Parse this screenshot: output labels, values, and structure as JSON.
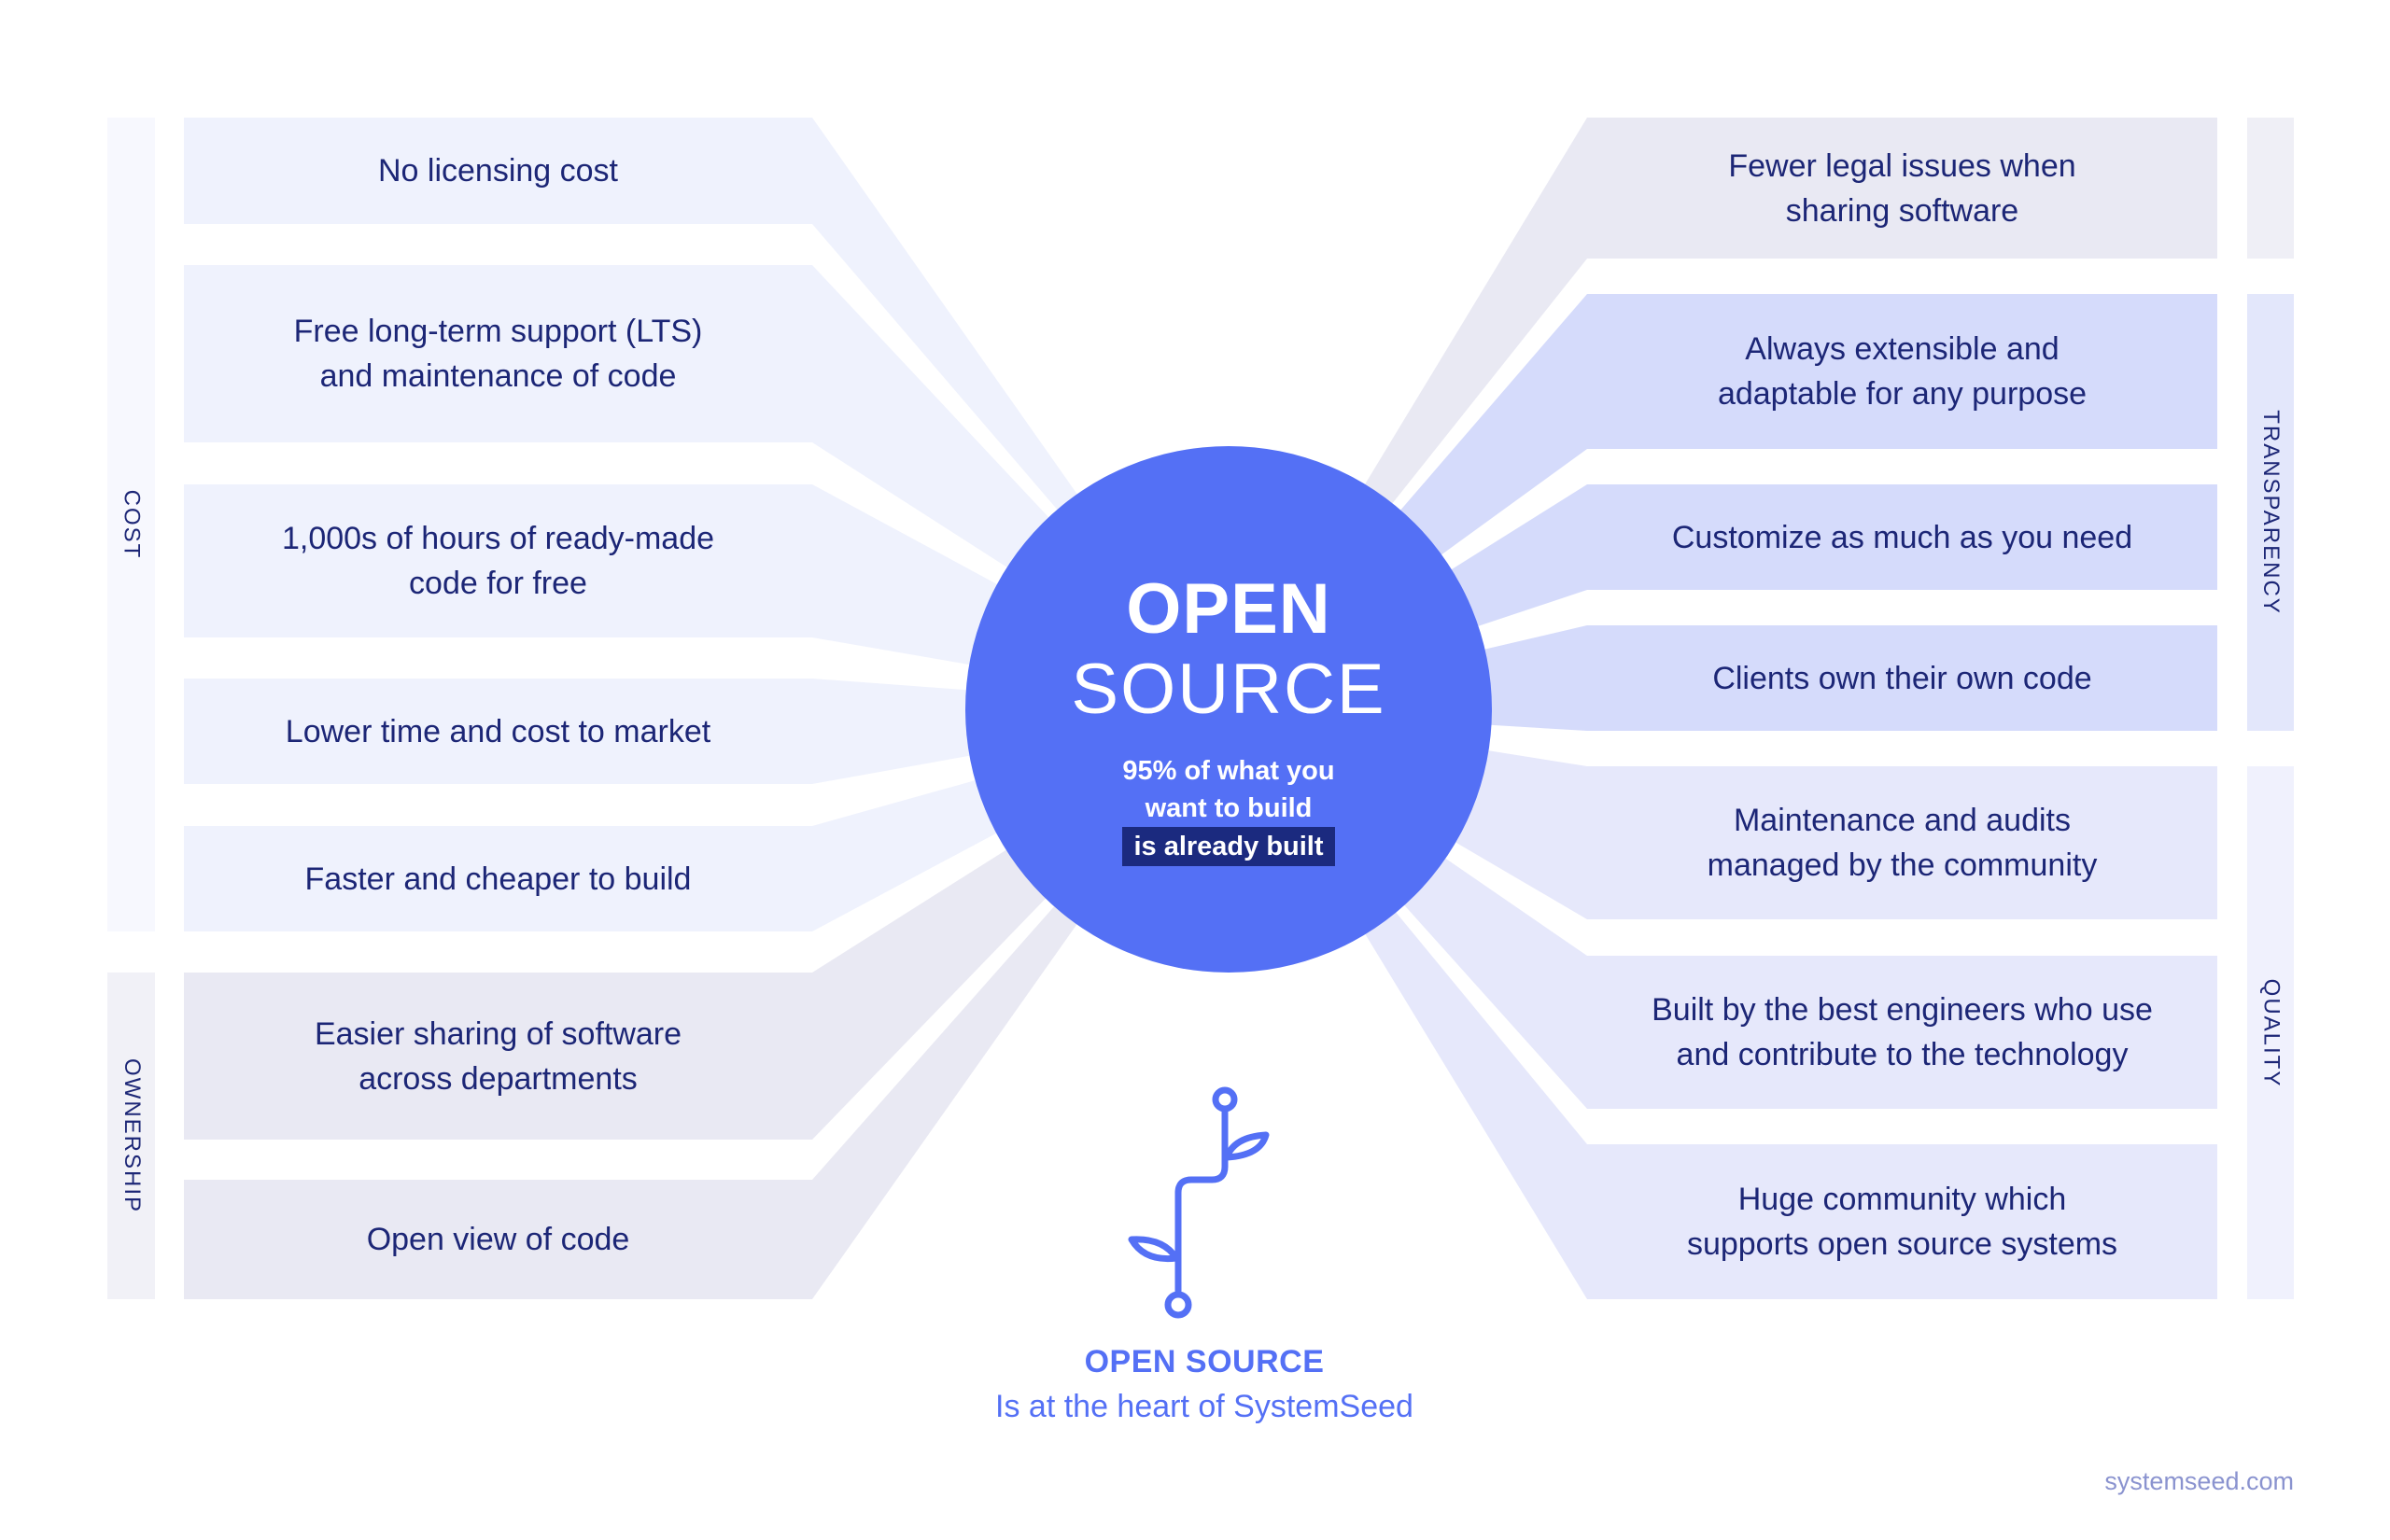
{
  "colors": {
    "hub": "#5470f5",
    "text": "#1c2676",
    "highlight_bg": "#1b2a7f",
    "accent": "#5470f5",
    "footer_url": "#8a93cf",
    "cost_band": "#eff2fd",
    "cost_label": "#f7f8fe",
    "ownership_band": "#e9e9f3",
    "ownership_label": "#f1f1f7",
    "legal_band": "#e9e9f3",
    "legal_label": "#efeff6",
    "transparency_band": "#d5dbfb",
    "transparency_label": "#e3e7fb",
    "quality_band": "#e6e8fb",
    "quality_label": "#f0f1fd"
  },
  "hub": {
    "title_bold": "OPEN",
    "title_light": "SOURCE",
    "subtitle_line1": "95% of what you",
    "subtitle_line2": "want to build",
    "subtitle_highlight": "is already built"
  },
  "left": {
    "categories": [
      {
        "label": "COST",
        "group": "cost"
      },
      {
        "label": "OWNERSHIP",
        "group": "ownership"
      }
    ],
    "items": [
      {
        "text": "No licensing cost",
        "group": "cost"
      },
      {
        "text": "Free long-term support (LTS)\nand maintenance of code",
        "group": "cost"
      },
      {
        "text": "1,000s of hours of ready-made\ncode for free",
        "group": "cost"
      },
      {
        "text": "Lower time and cost to market",
        "group": "cost"
      },
      {
        "text": "Faster and cheaper to build",
        "group": "cost"
      },
      {
        "text": "Easier sharing of software\nacross departments",
        "group": "ownership"
      },
      {
        "text": "Open view of code",
        "group": "ownership"
      }
    ]
  },
  "right": {
    "categories": [
      {
        "label": "",
        "group": "legal"
      },
      {
        "label": "TRANSPARENCY",
        "group": "transparency"
      },
      {
        "label": "QUALITY",
        "group": "quality"
      }
    ],
    "items": [
      {
        "text": "Fewer legal issues when\nsharing software",
        "group": "legal"
      },
      {
        "text": "Always extensible and\nadaptable for any purpose",
        "group": "transparency"
      },
      {
        "text": "Customize as much as you need",
        "group": "transparency"
      },
      {
        "text": "Clients own their own code",
        "group": "transparency"
      },
      {
        "text": "Maintenance and audits\nmanaged by the community",
        "group": "quality"
      },
      {
        "text": "Built by the best engineers who use\nand contribute to the technology",
        "group": "quality"
      },
      {
        "text": "Huge community which\nsupports open source systems",
        "group": "quality"
      }
    ]
  },
  "footer": {
    "icon": "plant-sprout-icon",
    "title": "OPEN SOURCE",
    "subtitle": "Is at the heart of SystemSeed",
    "site": "systemseed.com"
  }
}
